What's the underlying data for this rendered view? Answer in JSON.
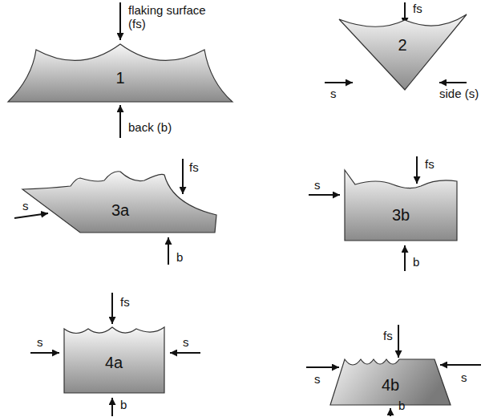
{
  "diagram": {
    "nodes": [
      {
        "text": [
          "1"
        ]
      },
      {
        "text": [
          "2"
        ]
      },
      {
        "text": [
          "3a"
        ]
      },
      {
        "text": [
          "3b"
        ]
      },
      {
        "text": [
          "4a"
        ]
      },
      {
        "text": [
          "4b"
        ]
      }
    ],
    "labels": [
      "flaking surface (fs)",
      "fs",
      "back (b)",
      "s",
      "side (s)",
      "s",
      "fs",
      "b",
      "fs",
      "s",
      "b",
      "fs",
      "s",
      "s",
      "b",
      "fs",
      "s",
      "s",
      "b"
    ]
  }
}
